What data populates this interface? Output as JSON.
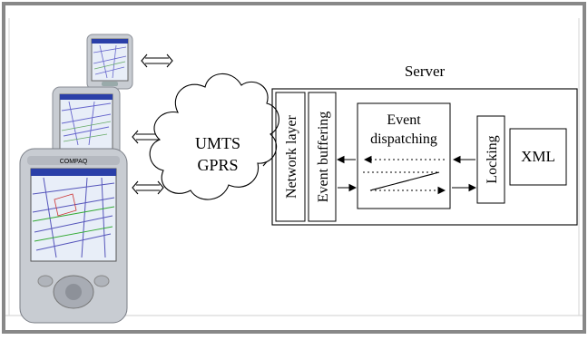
{
  "diagram": {
    "server_title": "Server",
    "cloud_label_line1": "UMTS",
    "cloud_label_line2": "GPRS",
    "network_layer_label": "Network layer",
    "event_buffering_label": "Event buffering",
    "event_dispatching_line1": "Event",
    "event_dispatching_line2": "dispatching",
    "locking_label": "Locking",
    "xml_label": "XML"
  },
  "devices": [
    {
      "name": "small-pda",
      "brand": ""
    },
    {
      "name": "medium-pda",
      "brand": ""
    },
    {
      "name": "large-pda",
      "brand": "COMPAQ"
    }
  ],
  "colors": {
    "frame": "#888888",
    "line": "#000000",
    "pda_body": "#c8ccd2",
    "pda_screen": "#e8eef8",
    "pda_header": "#2a3fa8"
  }
}
